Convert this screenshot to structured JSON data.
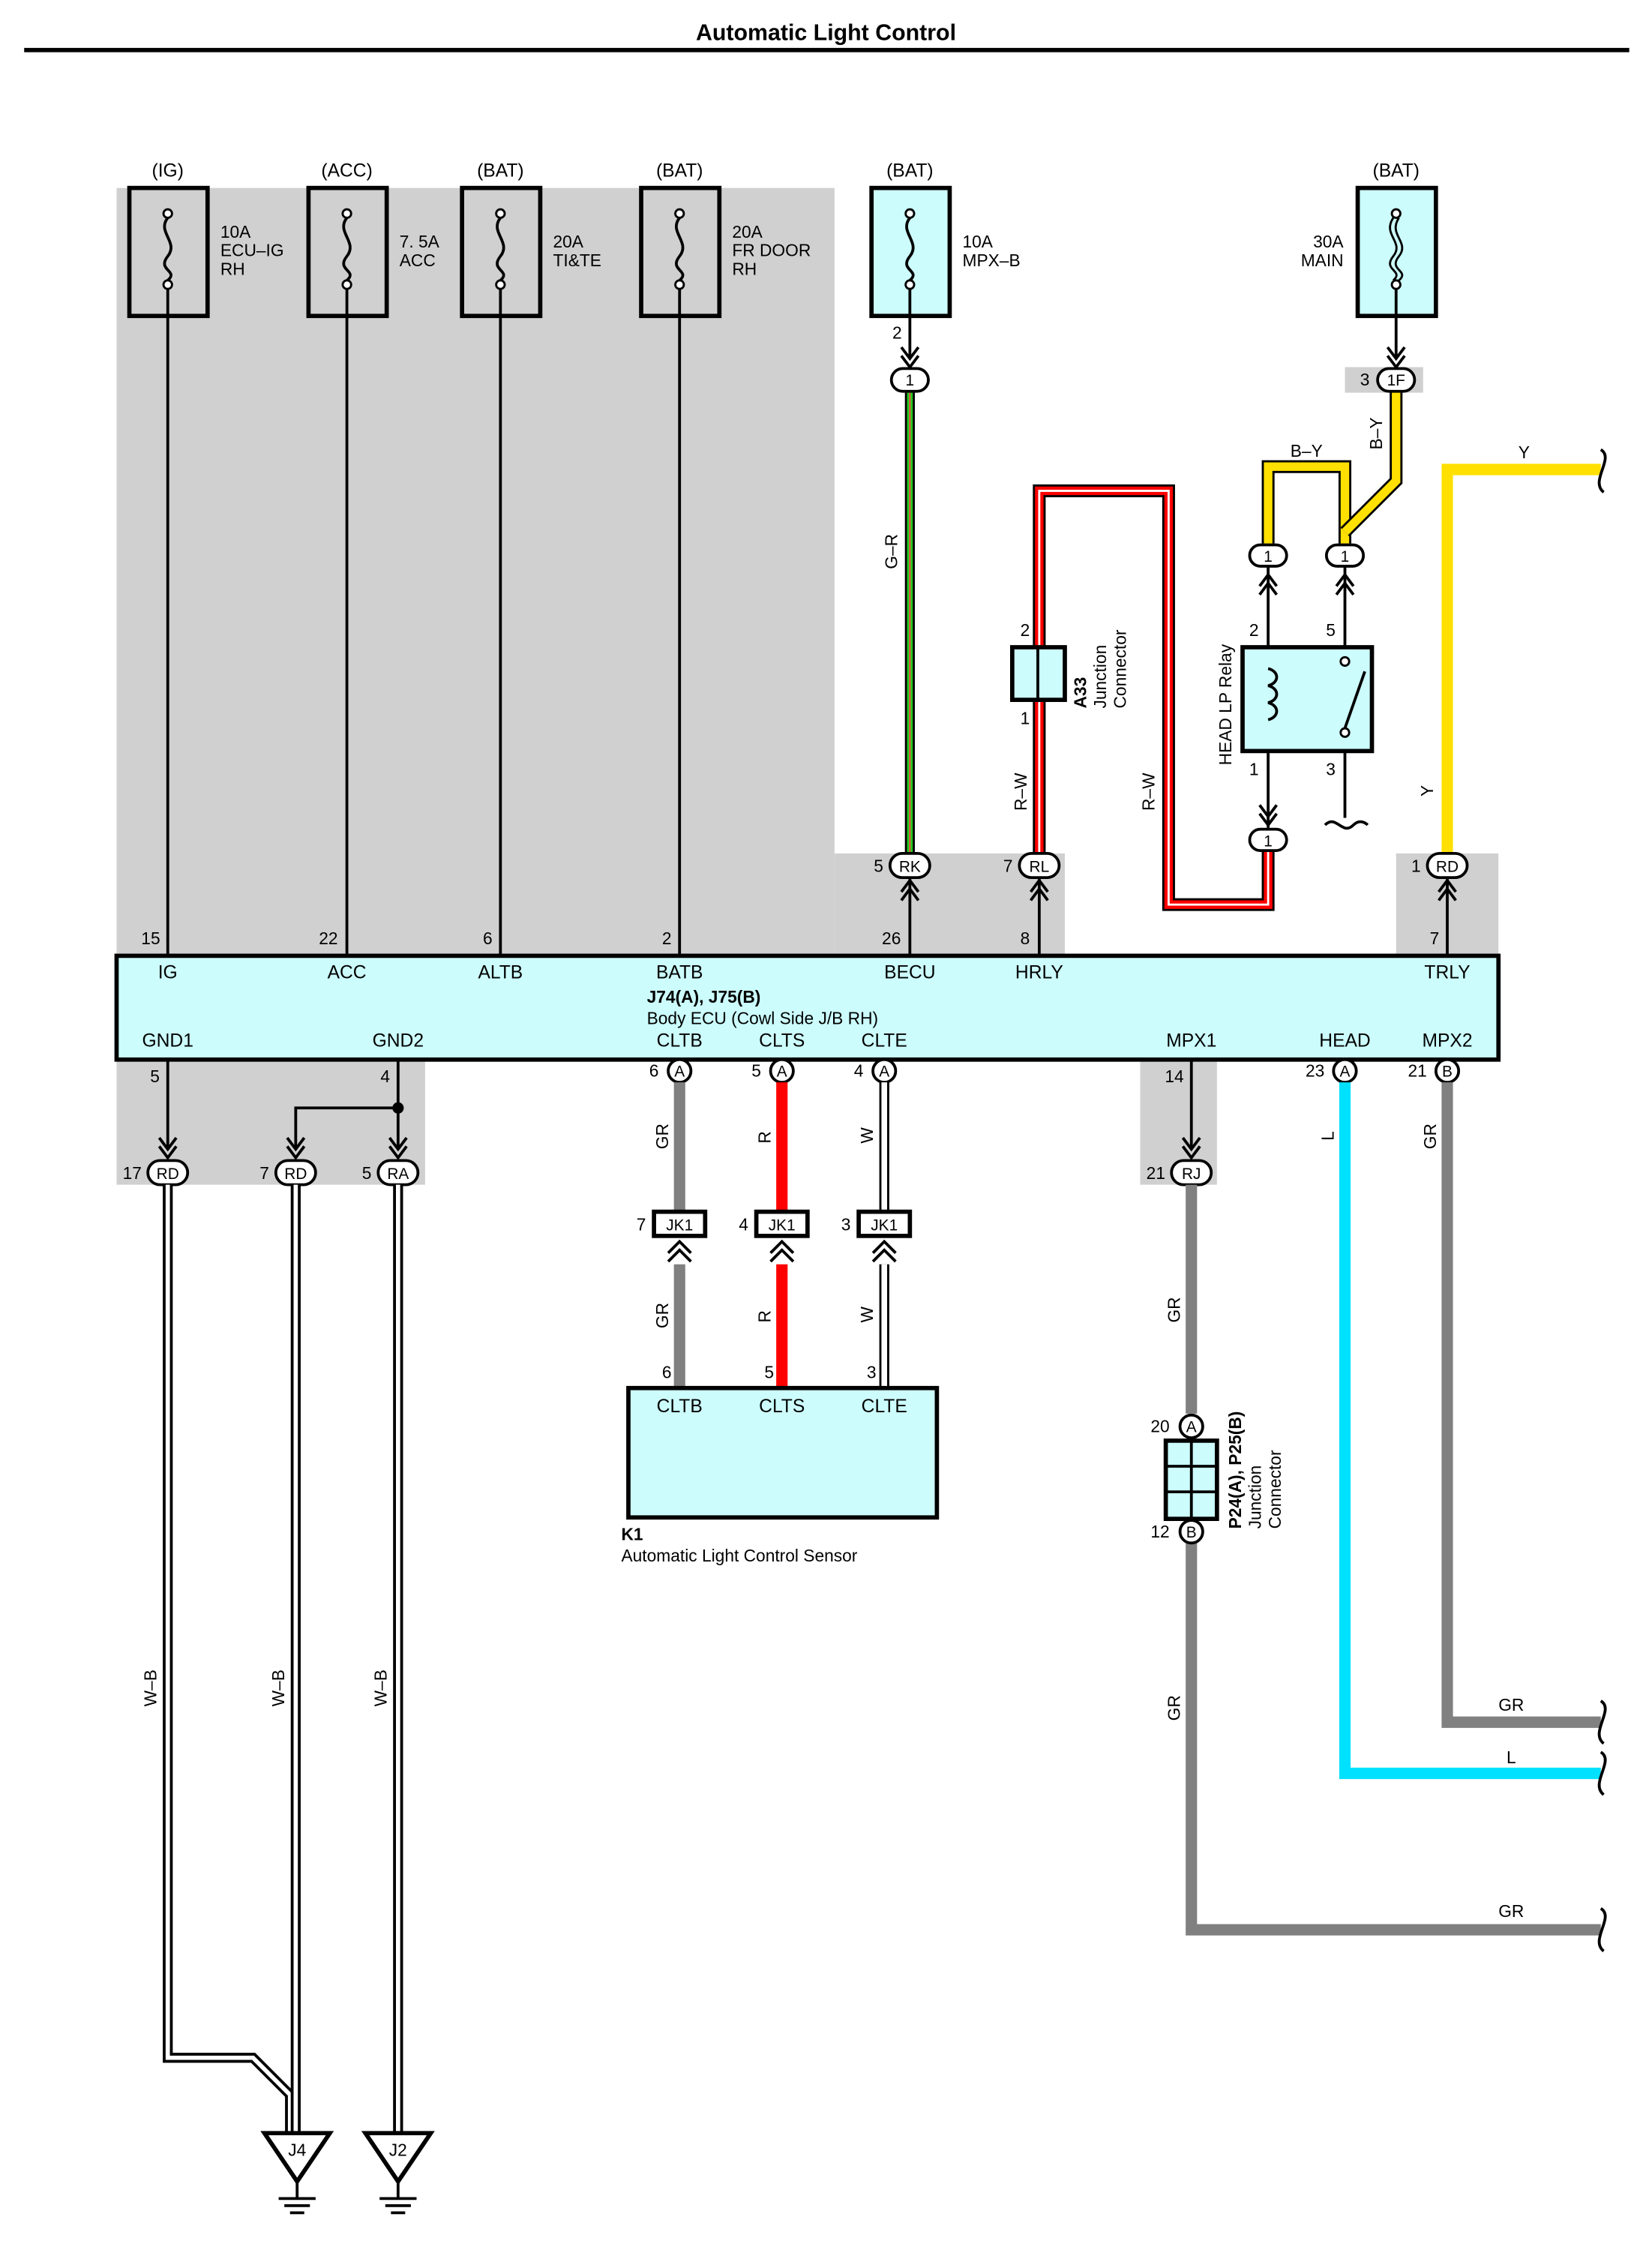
{
  "title": "Automatic Light Control",
  "fuses": [
    {
      "supply": "(IG)",
      "rating": "10A",
      "name": [
        "ECU–IG",
        "RH"
      ]
    },
    {
      "supply": "(ACC)",
      "rating": "7. 5A",
      "name": [
        "ACC"
      ]
    },
    {
      "supply": "(BAT)",
      "rating": "20A",
      "name": [
        "TI&TE"
      ]
    },
    {
      "supply": "(BAT)",
      "rating": "20A",
      "name": [
        "FR DOOR",
        "RH"
      ]
    },
    {
      "supply": "(BAT)",
      "rating": "10A",
      "name": [
        "MPX–B"
      ]
    },
    {
      "supply": "(BAT)",
      "rating": "30A",
      "name": [
        "MAIN"
      ]
    }
  ],
  "body_ecu": {
    "ids": "J74(A), J75(B)",
    "name": "Body ECU (Cowl Side J/B RH)",
    "top_pins": [
      {
        "num": "15",
        "label": "IG"
      },
      {
        "num": "22",
        "label": "ACC"
      },
      {
        "num": "6",
        "label": "ALTB"
      },
      {
        "num": "2",
        "label": "BATB"
      },
      {
        "num": "26",
        "label": "BECU"
      },
      {
        "num": "8",
        "label": "HRLY"
      },
      {
        "num": "7",
        "label": "TRLY"
      }
    ],
    "bottom_pins": [
      {
        "num": "5",
        "label": "GND1"
      },
      {
        "num": "4",
        "label": "GND2"
      },
      {
        "num": "6",
        "label": "CLTB",
        "conn": "A"
      },
      {
        "num": "5",
        "label": "CLTS",
        "conn": "A"
      },
      {
        "num": "4",
        "label": "CLTE",
        "conn": "A"
      },
      {
        "num": "14",
        "label": "MPX1"
      },
      {
        "num": "23",
        "label": "HEAD",
        "conn": "A"
      },
      {
        "num": "21",
        "label": "MPX2",
        "conn": "B"
      }
    ]
  },
  "connectors": {
    "top": [
      {
        "pin": "5",
        "id": "RK"
      },
      {
        "pin": "7",
        "id": "RL"
      },
      {
        "pin": "1",
        "id": "RD"
      }
    ],
    "bottom": [
      {
        "pin": "17",
        "id": "RD"
      },
      {
        "pin": "7",
        "id": "RD"
      },
      {
        "pin": "5",
        "id": "RA"
      },
      {
        "pin": "21",
        "id": "RJ"
      }
    ],
    "fuse_mpx": {
      "pin": "2",
      "id": "1"
    },
    "fuse_main": {
      "pin": "3",
      "id": "1F"
    },
    "jk1": [
      {
        "pin": "7",
        "id": "JK1"
      },
      {
        "pin": "4",
        "id": "JK1"
      },
      {
        "pin": "3",
        "id": "JK1"
      }
    ]
  },
  "relay": {
    "name": "HEAD LP Relay",
    "pins": [
      "2",
      "5",
      "1",
      "3"
    ],
    "junctions": [
      "1",
      "1",
      "1"
    ]
  },
  "a33": {
    "id": "A33",
    "name": [
      "Junction",
      "Connector"
    ],
    "pins": [
      "2",
      "1"
    ]
  },
  "p24": {
    "id": "P24(A), P25(B)",
    "name": [
      "Junction",
      "Connector"
    ],
    "pins": [
      "20",
      "12"
    ],
    "conns": [
      "A",
      "B"
    ]
  },
  "sensor": {
    "id": "K1",
    "name": "Automatic Light Control Sensor",
    "pins": [
      {
        "num": "6",
        "label": "CLTB"
      },
      {
        "num": "5",
        "label": "CLTS"
      },
      {
        "num": "3",
        "label": "CLTE"
      }
    ]
  },
  "grounds": [
    "J4",
    "J2"
  ],
  "wire_labels": {
    "gr_mpx": "G–R",
    "rw1": "R–W",
    "rw2": "R–W",
    "by_v": "B–Y",
    "by_h": "B–Y",
    "y_top": "Y",
    "y_side": "Y",
    "gr_cltb": "GR",
    "r_clts": "R",
    "w_clte": "W",
    "gr_cltb2": "GR",
    "r_clts2": "R",
    "w_clte2": "W",
    "gr_mpx1": "GR",
    "gr_mpx1b": "GR",
    "l_head": "L",
    "gr_mpx2": "GR",
    "wb1": "W–B",
    "wb2": "W–B",
    "wb3": "W–B",
    "gr_end1": "GR",
    "l_end": "L",
    "gr_end2": "GR"
  },
  "colors": {
    "shade": "#d0d0d0",
    "fuse_fill": "#ccfcfc",
    "ecu_fill": "#ccfcfc",
    "green": "#22cc22",
    "red": "#ff0000",
    "yellow": "#ffe000",
    "cyan": "#00e0ff",
    "gray": "#808080"
  }
}
